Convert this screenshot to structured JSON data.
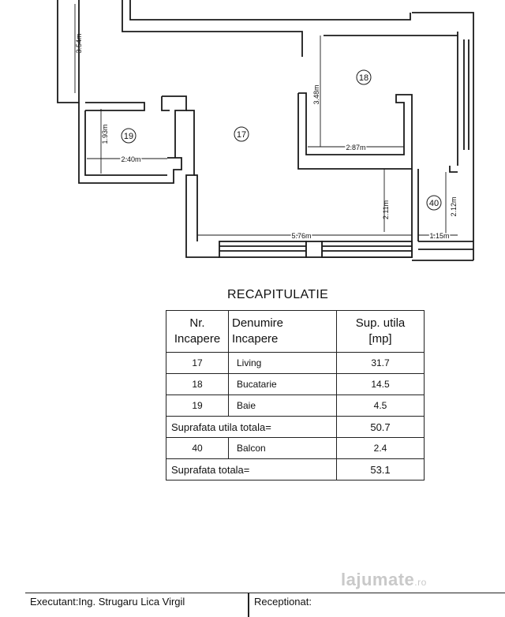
{
  "plan": {
    "rooms": [
      {
        "id": "room-17",
        "number": "17"
      },
      {
        "id": "room-18",
        "number": "18"
      },
      {
        "id": "room-19",
        "number": "19"
      },
      {
        "id": "room-40",
        "number": "40"
      }
    ],
    "dimensions": [
      {
        "id": "dim-354",
        "text": "3.54m"
      },
      {
        "id": "dim-348",
        "text": "3.48m"
      },
      {
        "id": "dim-193",
        "text": "1.93m"
      },
      {
        "id": "dim-240",
        "text": "2.40m"
      },
      {
        "id": "dim-287",
        "text": "2.87m"
      },
      {
        "id": "dim-211",
        "text": "2.11m"
      },
      {
        "id": "dim-212",
        "text": "2.12m"
      },
      {
        "id": "dim-576",
        "text": "5.76m"
      },
      {
        "id": "dim-115",
        "text": "1.15m"
      }
    ]
  },
  "recap": {
    "title": "RECAPITULATIE",
    "headers": {
      "nr_line1": "Nr.",
      "nr_line2": "Incapere",
      "den_line1": "Denumire",
      "den_line2": "Incapere",
      "sup_line1": "Sup. utila",
      "sup_line2": "[mp]"
    },
    "rows": [
      {
        "nr": "17",
        "name": "Living",
        "area": "31.7"
      },
      {
        "nr": "18",
        "name": "Bucatarie",
        "area": "14.5"
      },
      {
        "nr": "19",
        "name": "Baie",
        "area": "4.5"
      }
    ],
    "subtotal": {
      "label": "Suprafata utila totala=",
      "value": "50.7"
    },
    "extra_row": {
      "nr": "40",
      "name": "Balcon",
      "area": "2.4"
    },
    "total": {
      "label": "Suprafata totala=",
      "value": "53.1"
    }
  },
  "footer": {
    "executant": "Executant:Ing. Strugaru Lica Virgil",
    "receptionat": "Receptionat:"
  },
  "watermark": {
    "text": "lajumate",
    "suffix": ".ro"
  }
}
